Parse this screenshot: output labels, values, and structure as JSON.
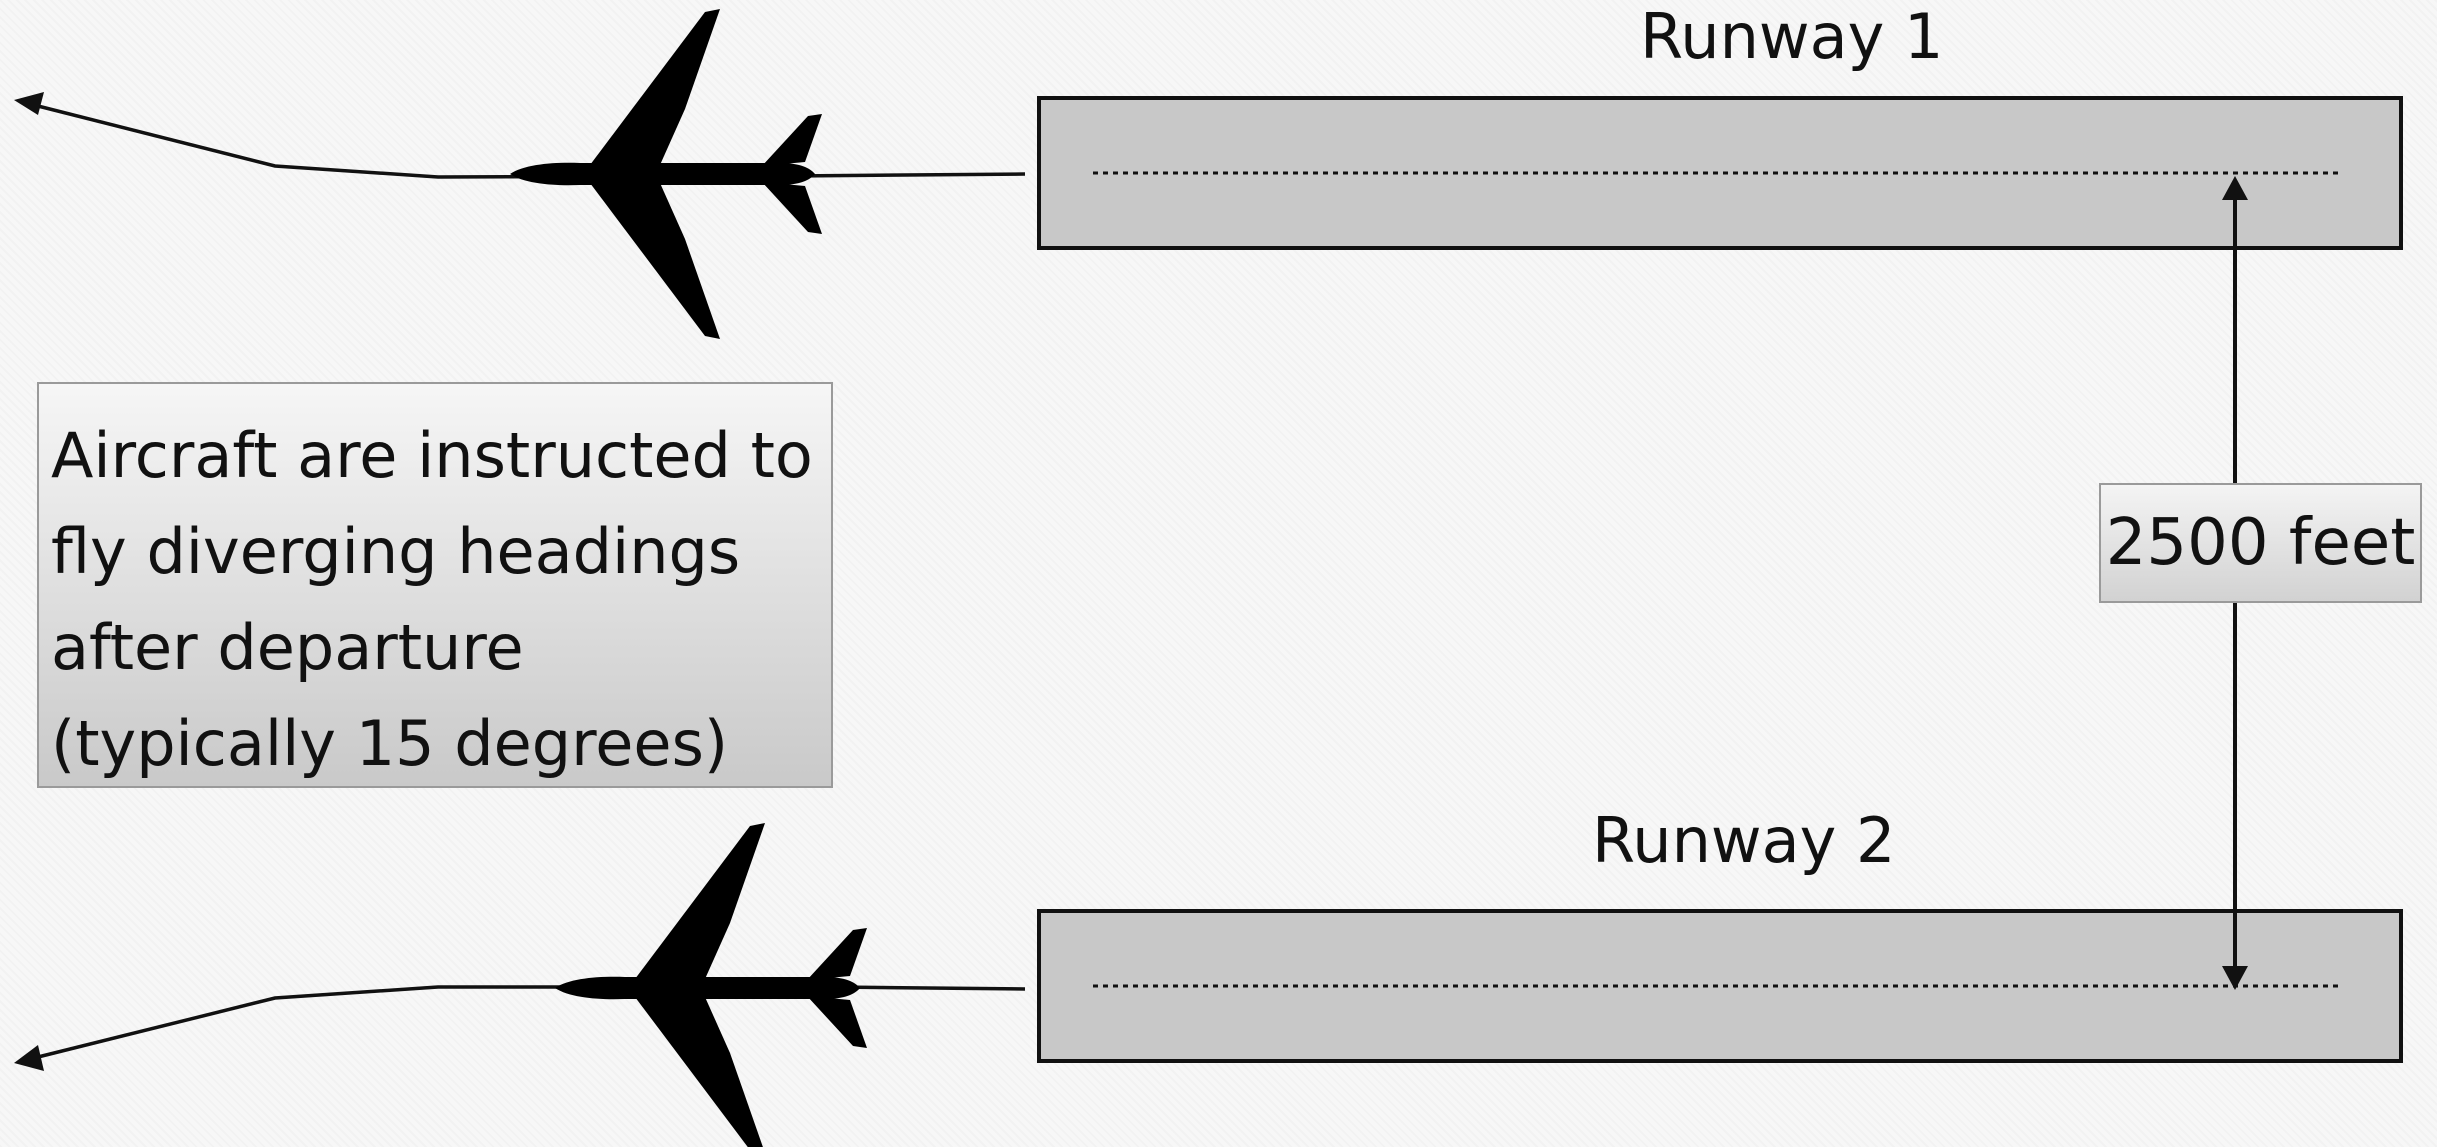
{
  "runways": [
    {
      "label": "Runway 1"
    },
    {
      "label": "Runway 2"
    }
  ],
  "note": {
    "lines": [
      "Aircraft are instructed to",
      "fly diverging headings",
      "after departure",
      "(typically 15 degrees)"
    ]
  },
  "separation": {
    "label": "2500 feet"
  },
  "icons": {
    "aircraft": "airplane-silhouette-icon",
    "arrow": "arrowhead-icon"
  },
  "colors": {
    "runway_fill": "#c8c8c8",
    "outline": "#111111",
    "aircraft": "#000000"
  }
}
